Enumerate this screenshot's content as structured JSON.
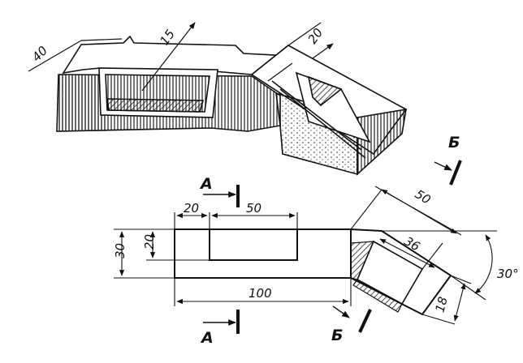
{
  "iso_dimensions": {
    "width": "40",
    "slot_depth": "15",
    "angled_width": "20"
  },
  "plan_dimensions": {
    "slot_offset": "20",
    "slot_length": "50",
    "overall_width": "30",
    "slot_width": "20",
    "overall_length": "100",
    "angled_length": "50",
    "angled_slot_length": "36",
    "angled_slot_width": "18",
    "angle": "30°"
  },
  "section_marks": {
    "section_a": "A",
    "section_b": "Б"
  },
  "colors": {
    "ink": "#111111",
    "hatch": "#222222",
    "paper": "#ffffff"
  }
}
